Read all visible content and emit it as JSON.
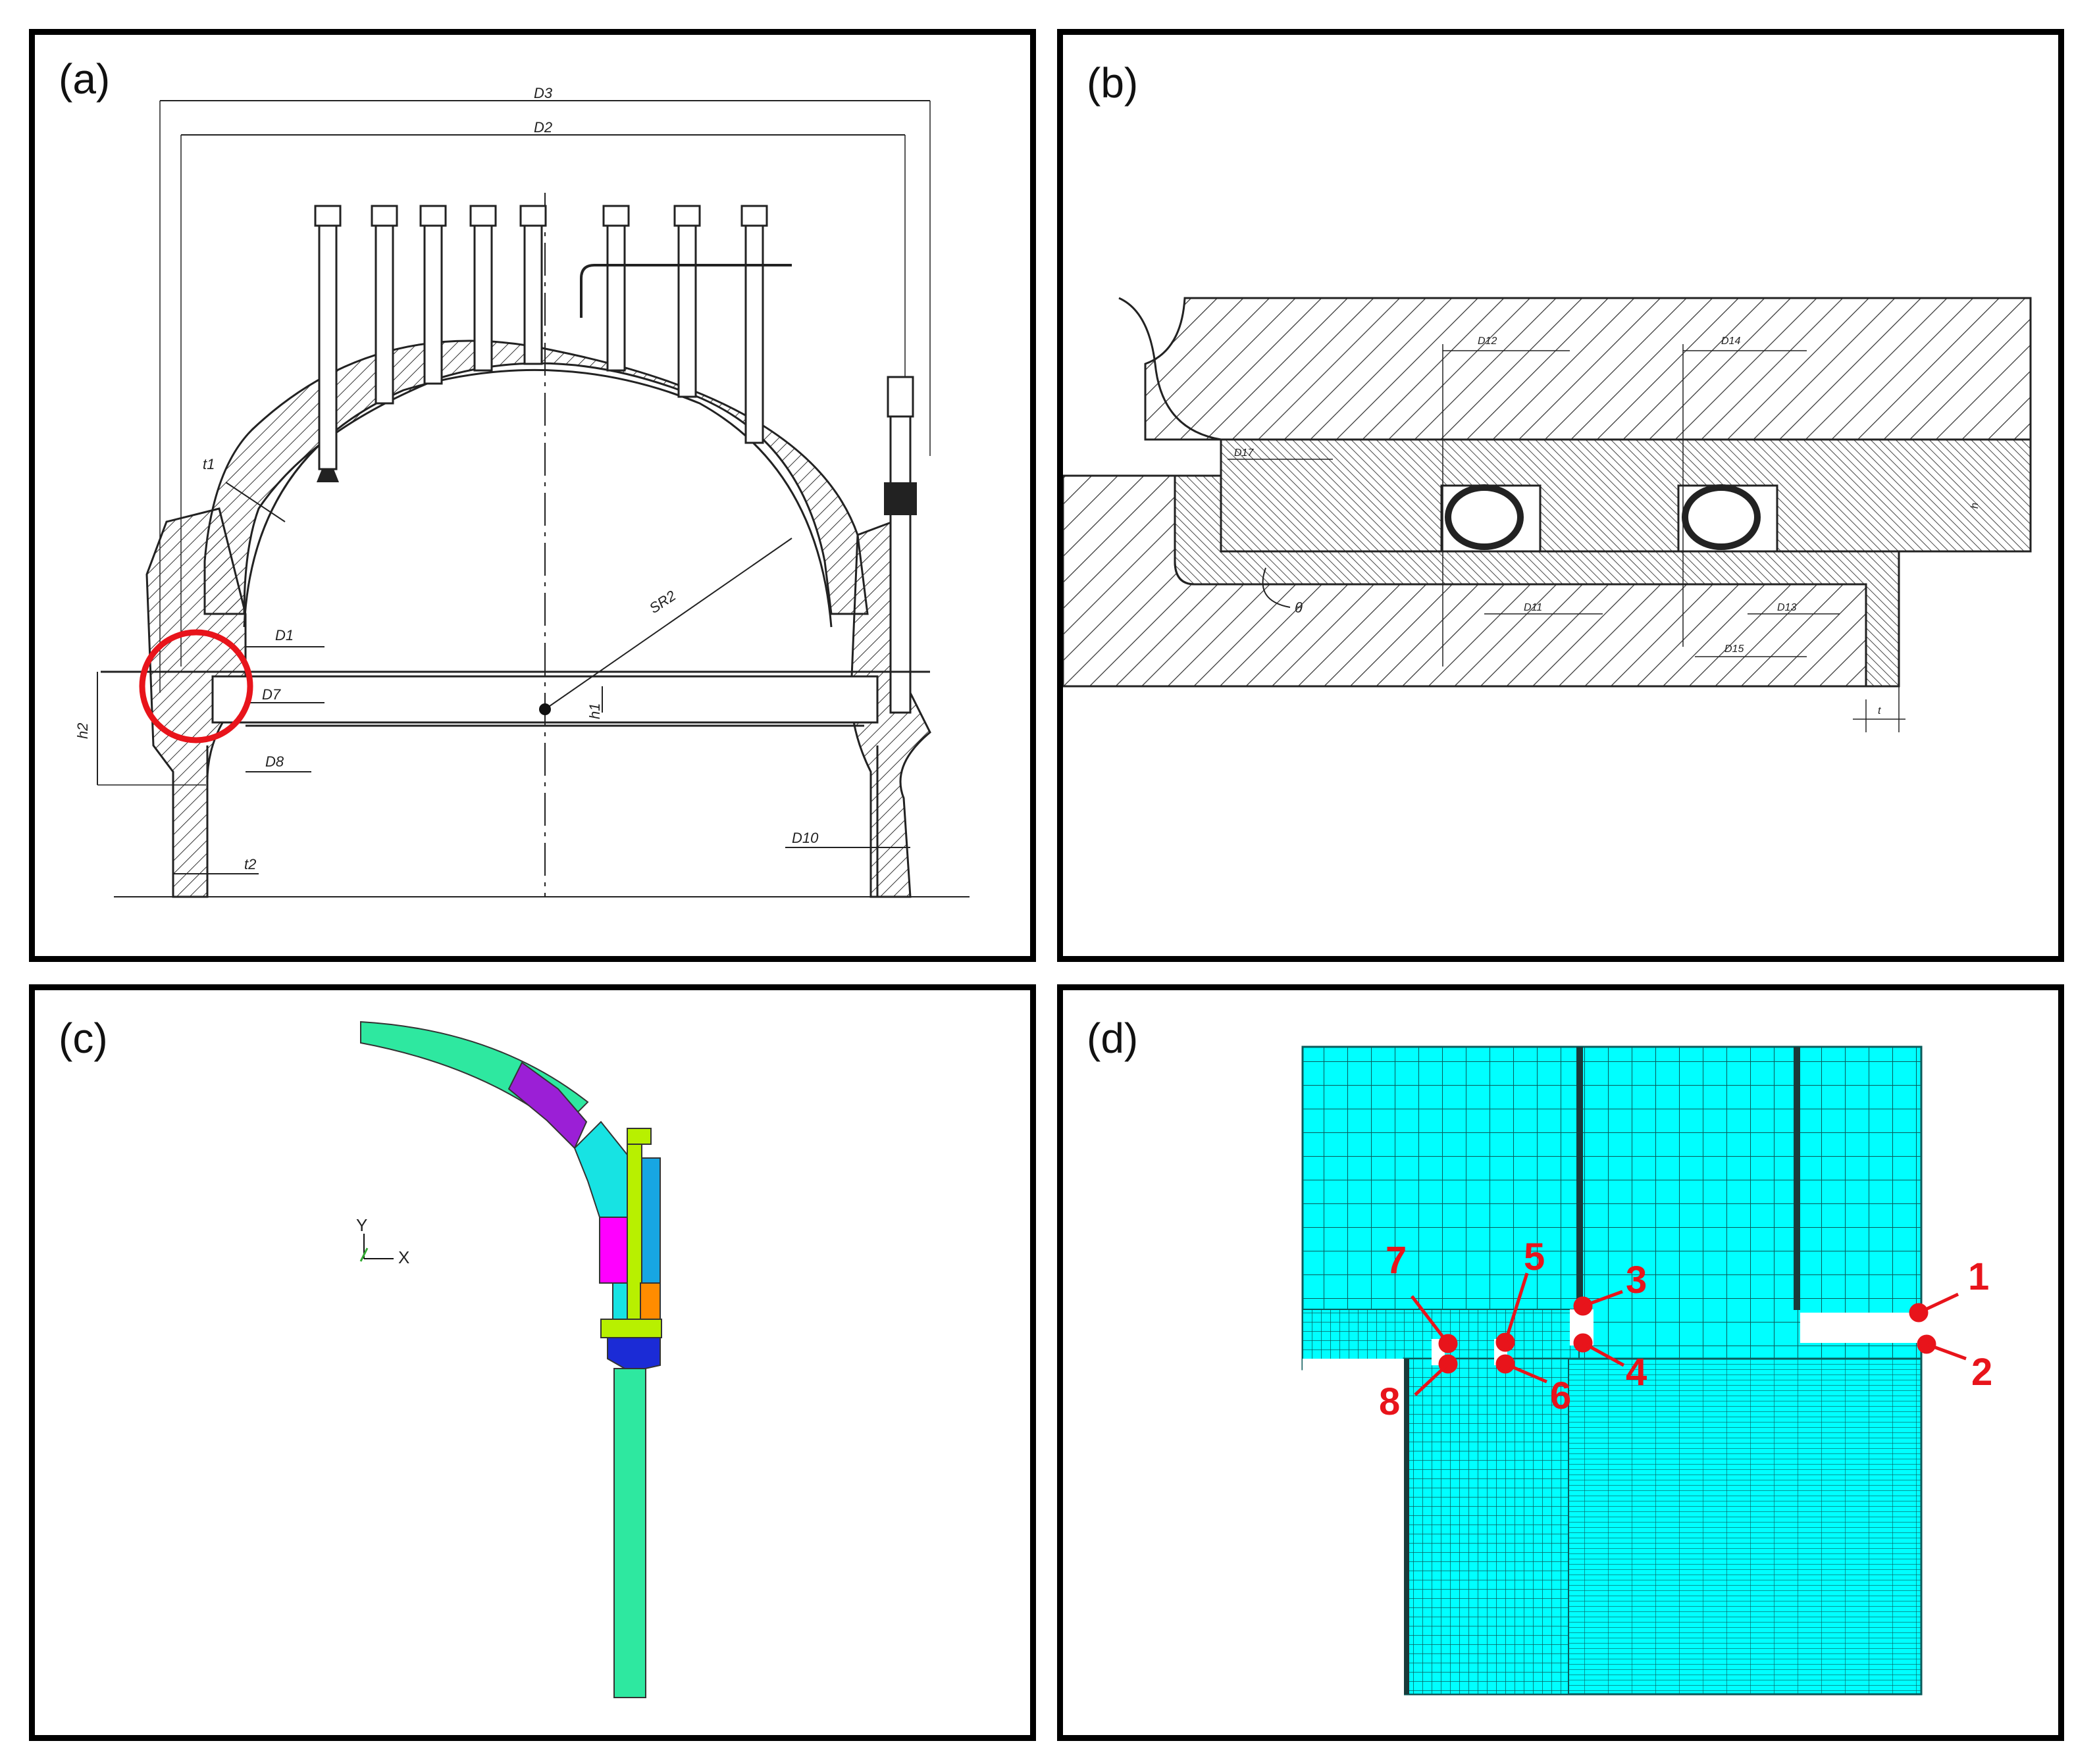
{
  "panels": {
    "a": {
      "label": "(a)",
      "dims": {
        "D3": "D3",
        "D2": "D2",
        "t1": "t1",
        "D1": "D1",
        "D7": "D7",
        "SR2": "SR2",
        "h1": "h1",
        "h2": "h2",
        "D8": "D8",
        "D10": "D10",
        "t2": "t2"
      }
    },
    "b": {
      "label": "(b)",
      "dims": {
        "D12": "D12",
        "D14": "D14",
        "D17": "D17",
        "h": "h",
        "theta": "θ",
        "D11": "D11",
        "D13": "D13",
        "D15": "D15",
        "t": "t"
      }
    },
    "c": {
      "label": "(c)",
      "axis": {
        "y": "Y",
        "x": "X"
      }
    },
    "d": {
      "label": "(d)",
      "points": [
        "1",
        "2",
        "3",
        "4",
        "5",
        "6",
        "7",
        "8"
      ]
    }
  },
  "colors": {
    "highlight_circle": "#e8141b",
    "point_marker": "#e8141b",
    "mesh_fill": "#00ffff",
    "mesh_line": "#0a5a5a",
    "shell_green": "#2ee8a0",
    "gasket_purple": "#9b1fd6",
    "flange_cyan": "#17e3e3",
    "magenta": "#ff00ff",
    "yellow_green": "#b8f000",
    "blue": "#1b2bd6",
    "orange": "#ff8c00"
  }
}
